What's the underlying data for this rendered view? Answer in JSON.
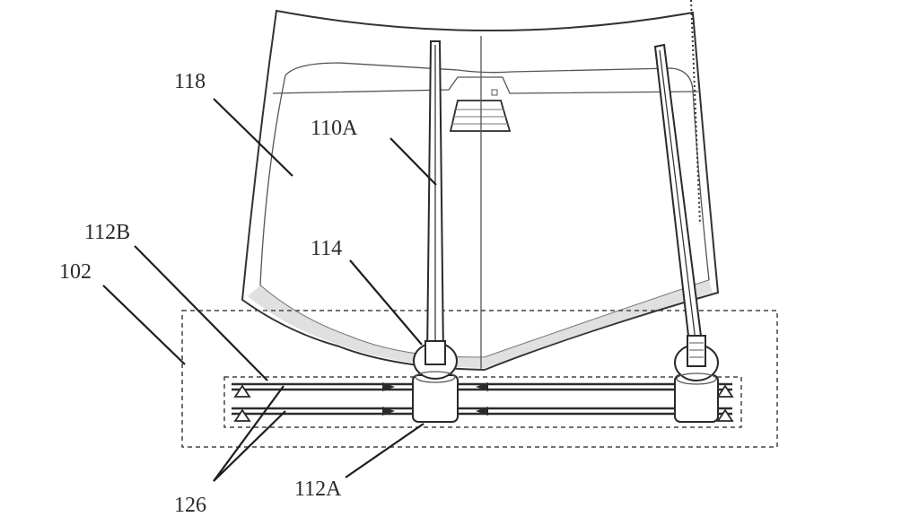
{
  "figure": {
    "labels": {
      "windshield": "118",
      "wiper_arm": "110A",
      "pivot": "114",
      "rail_assembly_b": "112B",
      "system": "102",
      "rail_assembly_a": "112A",
      "rails": "126"
    }
  }
}
